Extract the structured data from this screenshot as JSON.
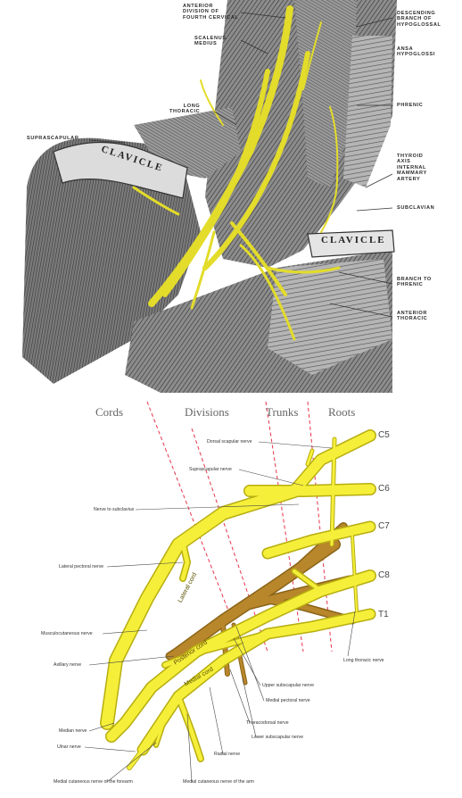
{
  "top": {
    "labels": {
      "anterior_division": "ANTERIOR\nDIVISION OF\nFOURTH CERVICAL",
      "scalenus_medius": "SCALENUS\nMEDIUS",
      "long_thoracic": "LONG\nTHORACIC",
      "suprascapular": "SUPRASCAPULAR",
      "descending_branch": "DESCENDING\nBRANCH OF\nHYPOGLOSSAL",
      "ansa_hypoglossi": "ANSA\nHYPOGLOSSI",
      "phrenic": "PHRENIC",
      "thyroid_axis": "THYROID\nAXIS\nINTERNAL\nMAMMARY\nARTERY",
      "subclavian": "SUBCLAVIAN",
      "branch_to_phrenic": "BRANCH TO\nPHRENIC",
      "anterior_thoracic": "ANTERIOR\nTHORACIC"
    },
    "bones": {
      "clavicle_left": "CLAVICLE",
      "clavicle_right": "CLAVICLE"
    }
  },
  "bottom": {
    "headers": {
      "cords": "Cords",
      "divisions": "Divisions",
      "trunks": "Trunks",
      "roots": "Roots"
    },
    "roots": [
      "C5",
      "C6",
      "C7",
      "C8",
      "T1"
    ],
    "nerve_labels": {
      "dorsal_scapular": "Dorsal scapular nerve",
      "suprascapular": "Suprascapular nerve",
      "nerve_to_subclavius": "Nerve to subclavius",
      "lateral_pectoral": "Lateral pectoral nerve",
      "musculocutaneous": "Musculocutaneous nerve",
      "axillary": "Axillary nerve",
      "long_thoracic": "Long thoracic nerve",
      "upper_subscapular": "Upper subscapular nerve",
      "medial_pectoral": "Medial pectoral nerve",
      "thoracodorsal": "Thoracodorsal nerve",
      "lower_subscapular": "Lower subscapular nerve",
      "radial": "Radial nerve",
      "median": "Median nerve",
      "ulnar": "Ulnar nerve",
      "medial_cutaneous_forearm": "Medial cutaneous nerve of the forearm",
      "medial_cutaneous_arm": "Medial cutaneous nerve of the arm"
    },
    "cord_labels": {
      "lateral": "Lateral cord",
      "posterior": "Posterior cord",
      "medial": "Medial cord"
    },
    "colors": {
      "yellow_nerve": "#f5ef3a",
      "yellow_outline": "#b7ae10",
      "posterior_brown": "#b8862b",
      "dashed_line": "#e8344a"
    }
  }
}
